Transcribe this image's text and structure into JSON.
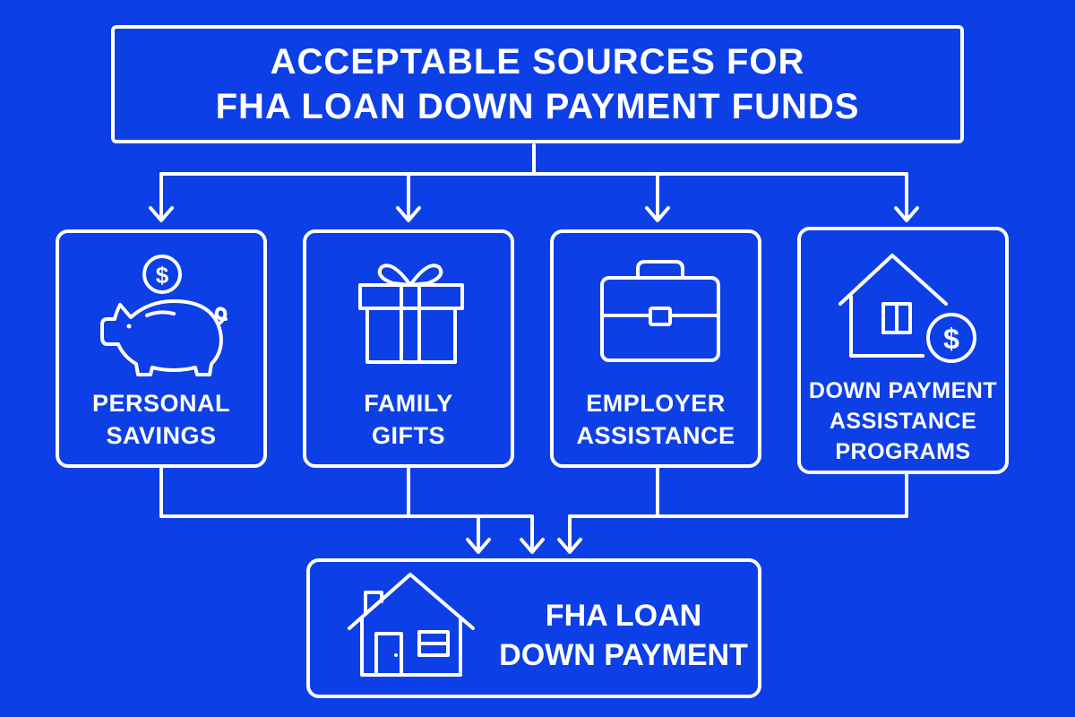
{
  "diagram": {
    "title_lines": [
      "ACCEPTABLE SOURCES FOR",
      "FHA LOAN DOWN PAYMENT FUNDS"
    ],
    "sources": [
      {
        "icon": "piggy-bank-icon",
        "lines": [
          "PERSONAL",
          "SAVINGS"
        ]
      },
      {
        "icon": "gift-icon",
        "lines": [
          "FAMILY",
          "GIFTS"
        ]
      },
      {
        "icon": "briefcase-icon",
        "lines": [
          "EMPLOYER",
          "ASSISTANCE"
        ]
      },
      {
        "icon": "house-dollar-icon",
        "lines": [
          "DOWN PAYMENT",
          "ASSISTANCE",
          "PROGRAMS"
        ]
      }
    ],
    "result": {
      "icon": "house-icon",
      "lines": [
        "FHA LOAN",
        "DOWN PAYMENT"
      ]
    },
    "coin_symbol": "$"
  },
  "colors": {
    "background": "#0d3fe6",
    "stroke": "#ffffff"
  }
}
